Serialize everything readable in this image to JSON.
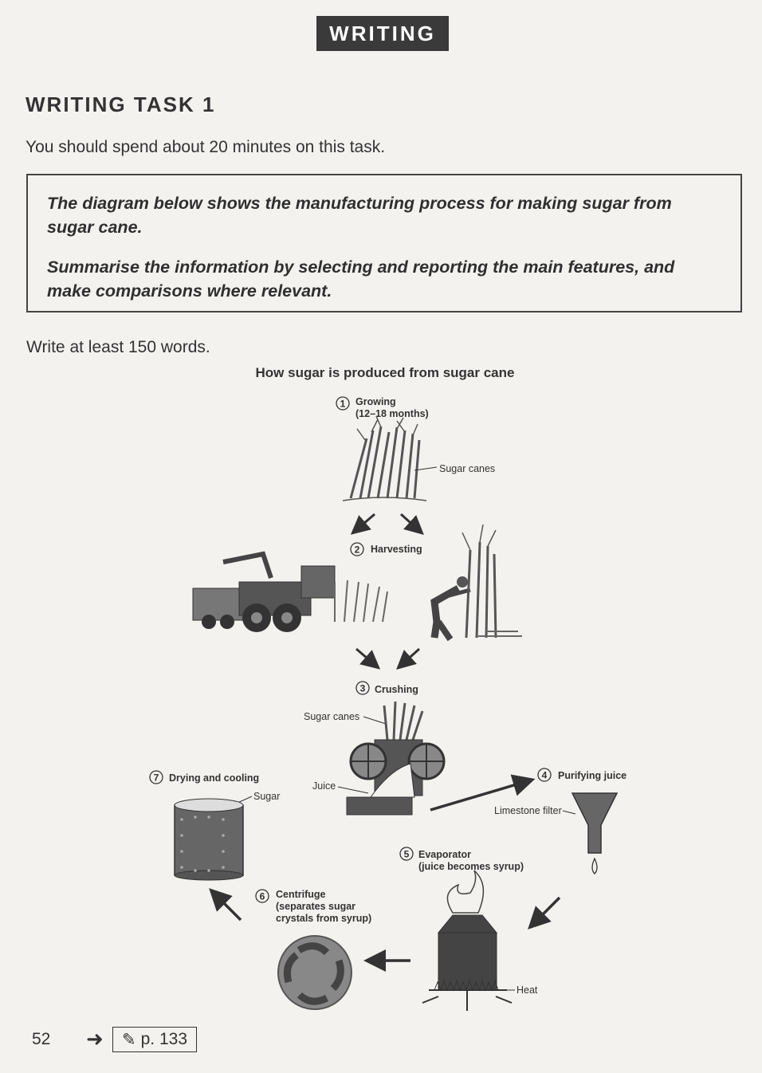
{
  "header": {
    "badge": "WRITING"
  },
  "task": {
    "title": "WRITING TASK 1",
    "spend": "You should spend about 20 minutes on this task.",
    "prompt_1": "The diagram below shows the manufacturing process for making sugar from sugar cane.",
    "prompt_2": "Summarise the information by selecting and reporting the main features, and make comparisons where relevant.",
    "min_words": "Write at least 150 words."
  },
  "diagram": {
    "title": "How sugar is produced from sugar cane",
    "steps": [
      {
        "num": "1",
        "label": "Growing",
        "sub": "(12–18 months)"
      },
      {
        "num": "2",
        "label": "Harvesting"
      },
      {
        "num": "3",
        "label": "Crushing"
      },
      {
        "num": "4",
        "label": "Purifying juice"
      },
      {
        "num": "5",
        "label": "Evaporator",
        "sub": "(juice becomes syrup)"
      },
      {
        "num": "6",
        "label": "Centrifuge",
        "sub": "(separates sugar",
        "sub2": "crystals from syrup)"
      },
      {
        "num": "7",
        "label": "Drying and cooling"
      }
    ],
    "callouts": {
      "sugar_canes_1": "Sugar canes",
      "sugar_canes_2": "Sugar canes",
      "juice": "Juice",
      "limestone": "Limestone filter",
      "heat": "Heat",
      "sugar": "Sugar"
    }
  },
  "footer": {
    "page": "52",
    "ref": "p. 133",
    "ref_icon": "pencil-icon"
  }
}
